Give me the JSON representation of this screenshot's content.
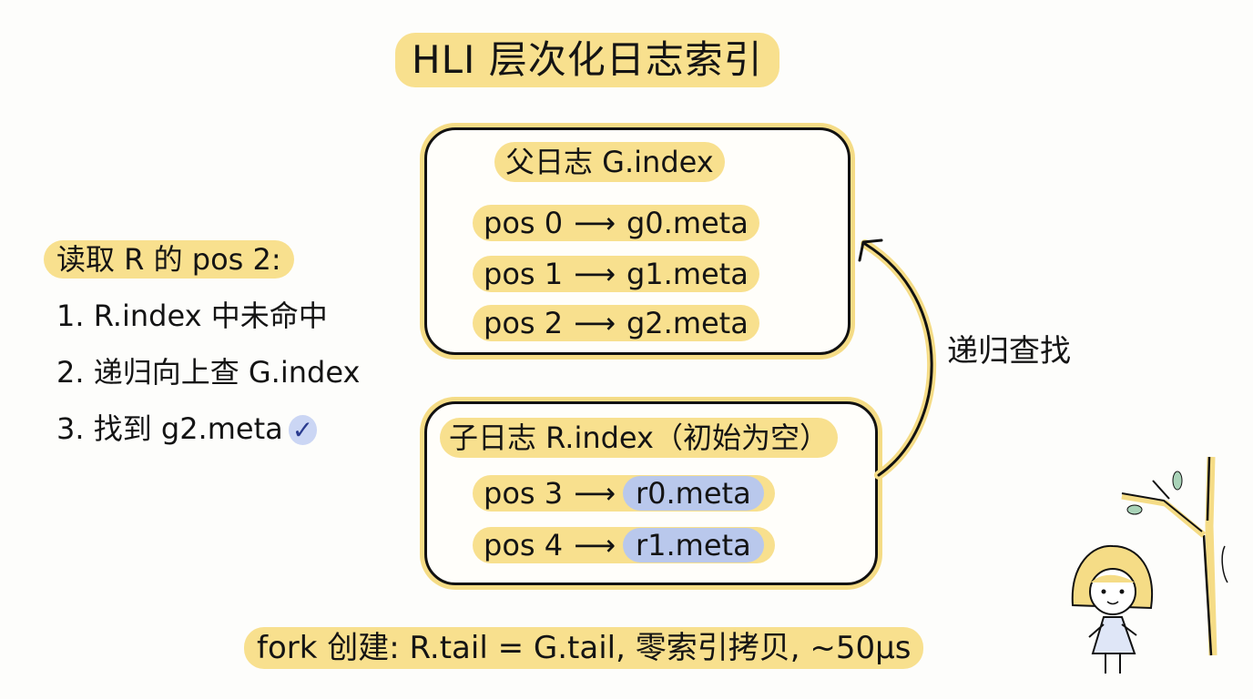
{
  "title": "HLI 层次化日志索引",
  "parent_log": {
    "title": "父日志 G.index",
    "entries": [
      {
        "pos": "pos 0",
        "arrow": "⟶",
        "target": "g0.meta"
      },
      {
        "pos": "pos 1",
        "arrow": "⟶",
        "target": "g1.meta"
      },
      {
        "pos": "pos 2",
        "arrow": "⟶",
        "target": "g2.meta"
      }
    ]
  },
  "child_log": {
    "title": "子日志 R.index（初始为空）",
    "entries": [
      {
        "pos": "pos 3",
        "arrow": "⟶",
        "target": "r0.meta"
      },
      {
        "pos": "pos 4",
        "arrow": "⟶",
        "target": "r1.meta"
      }
    ]
  },
  "recursive_arrow_label": "递归查找",
  "read_steps": {
    "heading": "读取 R 的 pos 2:",
    "steps": [
      "1. R.index 中未命中",
      "2. 递归向上查 G.index",
      "3. 找到 g2.meta"
    ],
    "check_icon": "✓"
  },
  "footer": "fork 创建: R.tail = G.tail, 零索引拷贝, ~50µs",
  "colors": {
    "highlight_yellow": "#f8e08e",
    "highlight_blue": "#b9c8ec",
    "ink": "#141414"
  }
}
